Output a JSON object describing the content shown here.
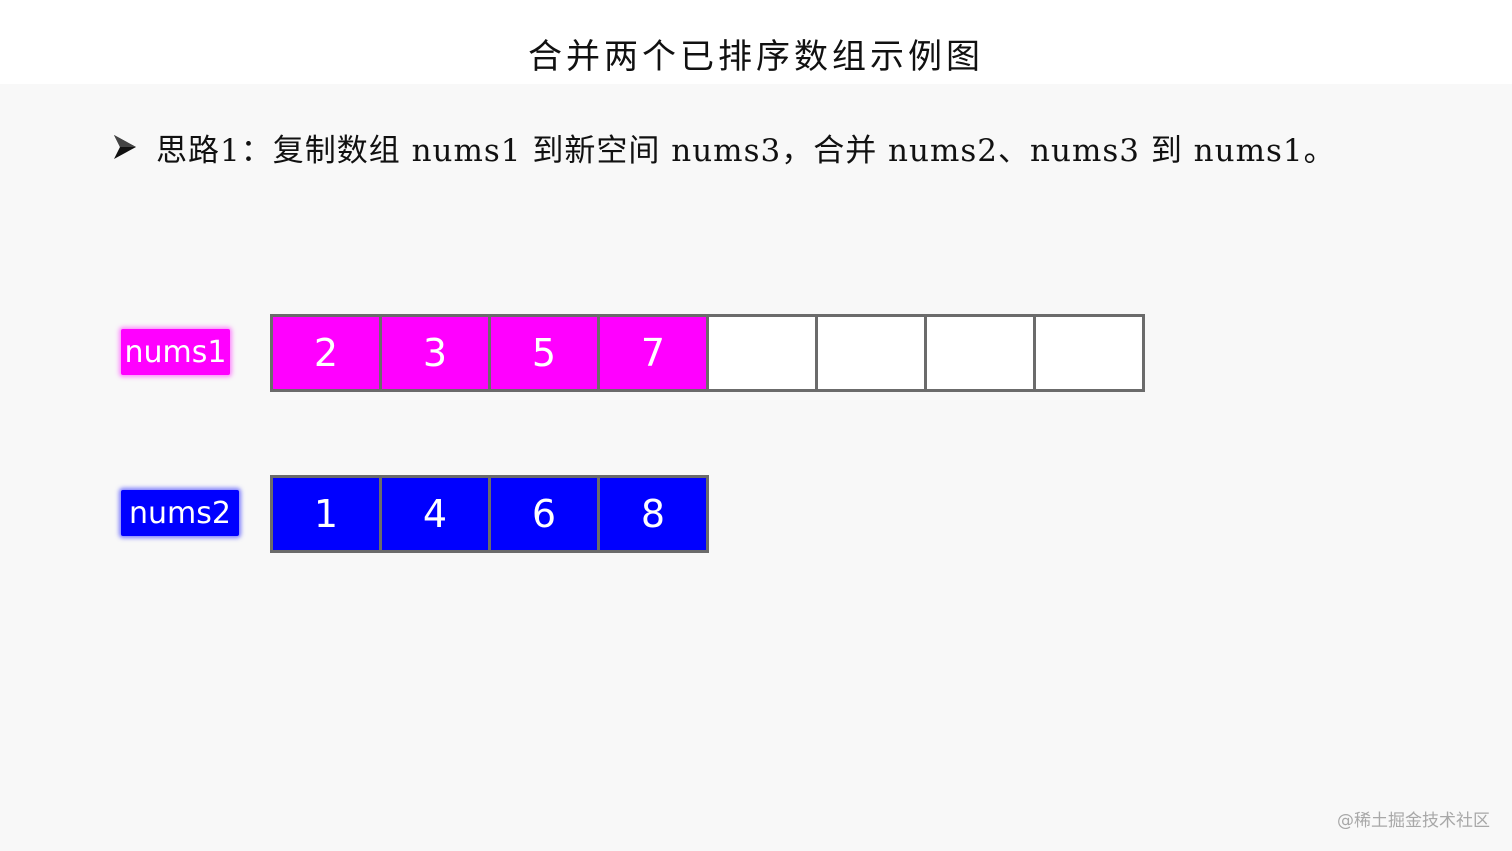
{
  "title": "合并两个已排序数组示例图",
  "bullet": {
    "icon": "arrowhead-bullet-icon",
    "text": "思路1：复制数组 nums1 到新空间 nums3，合并 nums2、nums3 到 nums1。"
  },
  "colors": {
    "nums1_fill": "#ff00ff",
    "nums2_fill": "#0000ff",
    "empty_fill": "#ffffff",
    "cell_border": "#6b6b6b",
    "text_dark": "#111111"
  },
  "arrays": [
    {
      "label": "nums1",
      "color": "#ff00ff",
      "values": [
        "2",
        "3",
        "5",
        "7",
        "",
        "",
        "",
        ""
      ]
    },
    {
      "label": "nums2",
      "color": "#0000ff",
      "values": [
        "1",
        "4",
        "6",
        "8"
      ]
    }
  ],
  "watermark": "@稀土掘金技术社区"
}
